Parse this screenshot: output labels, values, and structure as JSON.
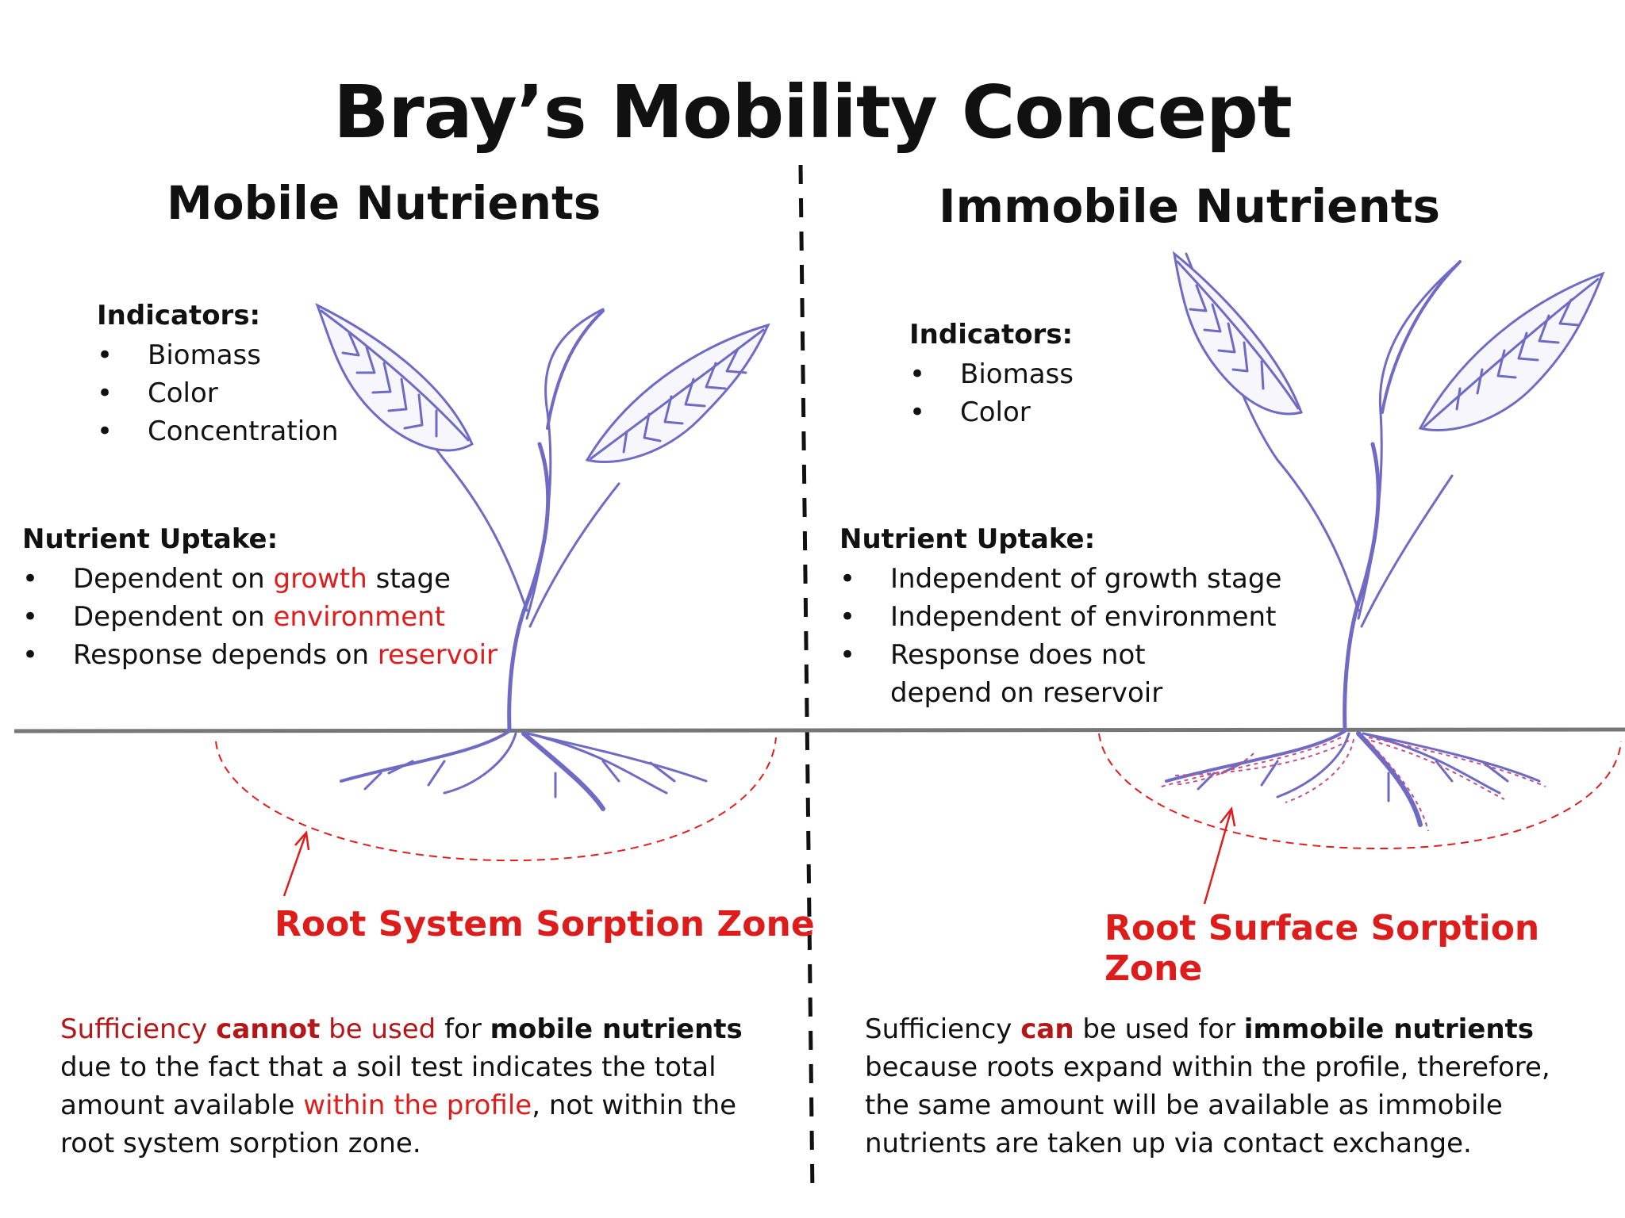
{
  "title": "Bray’s Mobility Concept",
  "mobile": {
    "heading": "Mobile Nutrients",
    "indicators_title": "Indicators:",
    "indicators": [
      "Biomass",
      "Color",
      "Concentration"
    ],
    "uptake_title": "Nutrient Uptake:",
    "uptake": [
      {
        "pre": "Dependent on ",
        "hl": "growth",
        "post": " stage"
      },
      {
        "pre": "Dependent on ",
        "hl": "environment",
        "post": ""
      },
      {
        "pre": "Response depends on ",
        "hl": "reservoir",
        "post": ""
      }
    ],
    "zone_label": "Root System Sorption Zone",
    "note": {
      "s1": "Sufficiency ",
      "s2": "cannot",
      "s3": " be used",
      "s4": " for ",
      "s5": "mobile nutrients",
      "s6": "due to the fact that a soil test indicates the total amount available ",
      "s7": "within the profile",
      "s8": ", not within the root system sorption zone."
    }
  },
  "immobile": {
    "heading": "Immobile Nutrients",
    "indicators_title": "Indicators:",
    "indicators": [
      "Biomass",
      "Color"
    ],
    "uptake_title": "Nutrient Uptake:",
    "uptake": [
      "Independent of growth stage",
      "Independent of environment",
      "Response does not depend on reservoir"
    ],
    "zone_label": "Root Surface Sorption Zone",
    "note": {
      "s1": "Sufficiency ",
      "s2": "can",
      "s3": " be used for ",
      "s4": "immobile nutrients",
      "s5": " because roots expand within the profile, therefore, the same amount will be available as immobile nutrients are taken up via contact exchange."
    }
  },
  "colors": {
    "accent_red": "#e01d1d",
    "plant": "#6f6bc4",
    "root_hairs": "#c0508a",
    "soil_line": "#777777"
  }
}
